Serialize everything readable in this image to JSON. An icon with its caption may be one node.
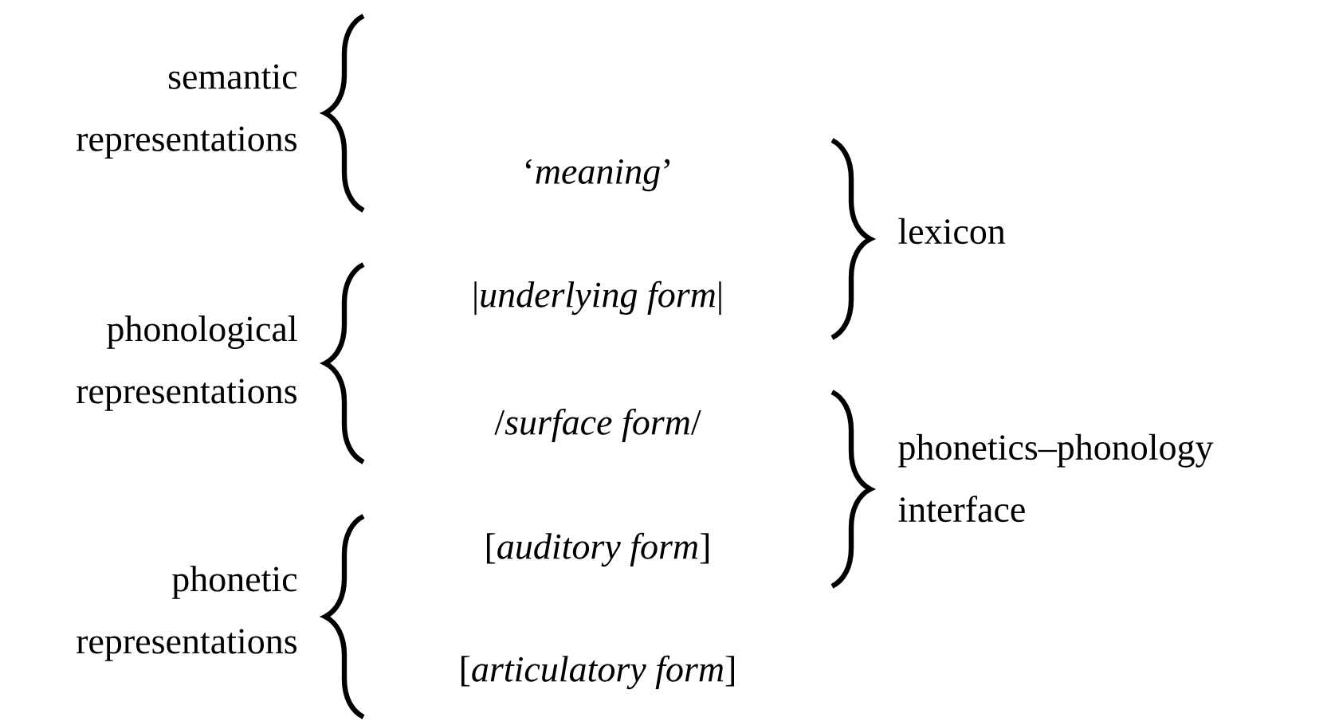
{
  "diagram": {
    "labels": [
      "semantic representations",
      "‘*meaning*’",
      "lexicon",
      "|*underlying form*|",
      "phonological representations",
      "/*surface form*/",
      "phonetics–phonology interface",
      "[*auditory form*]",
      "phonetic representations",
      "[*articulatory form*]"
    ]
  }
}
